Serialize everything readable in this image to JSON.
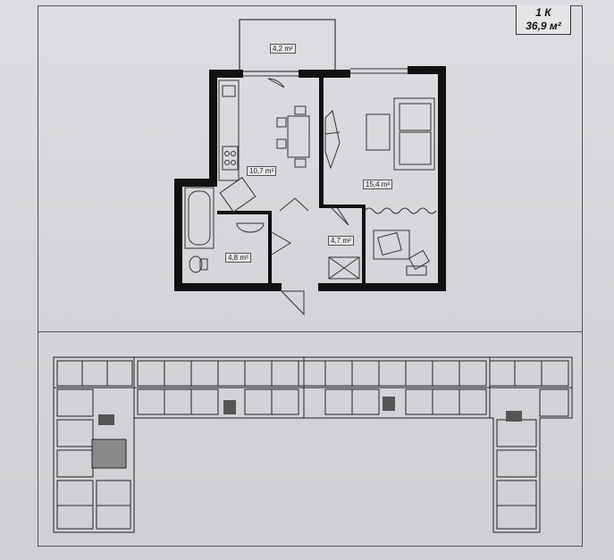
{
  "unit_tag": {
    "rooms": "1 К",
    "total_area": "36,9 м²"
  },
  "rooms": {
    "balcony": "4,2 m²",
    "kitchen": "10,7 m²",
    "living": "15,4 m²",
    "bathroom": "4,8 m²",
    "hallway": "4,7 m²"
  },
  "colors": {
    "wall": "#111111",
    "line": "#333333",
    "highlight": "#8a8a8a"
  },
  "icons": [
    "stove-icon",
    "sink-icon",
    "bathtub-icon",
    "toilet-icon",
    "dining-table-icon",
    "sofa-icon",
    "bed-icon",
    "desk-icon"
  ]
}
